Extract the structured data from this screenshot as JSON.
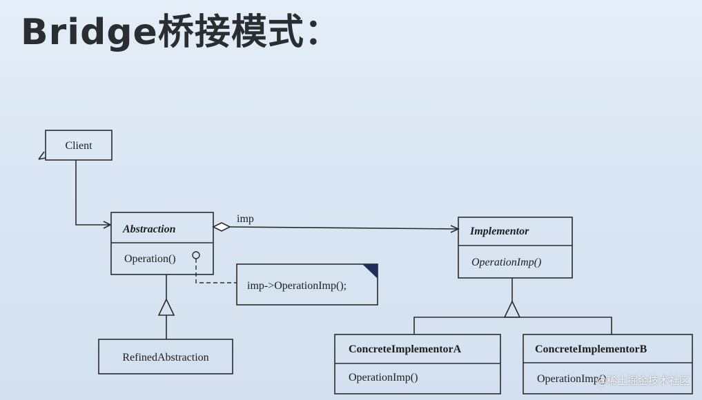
{
  "slide": {
    "title": "Bridge桥接模式："
  },
  "diagram": {
    "client": {
      "name": "Client"
    },
    "abstraction": {
      "name": "Abstraction",
      "operation": "Operation()"
    },
    "association_label": "imp",
    "note": "imp->OperationImp();",
    "implementor": {
      "name": "Implementor",
      "operation": "OperationImp()"
    },
    "refined_abstraction": {
      "name": "RefinedAbstraction"
    },
    "concrete_a": {
      "name": "ConcreteImplementorA",
      "operation": "OperationImp()"
    },
    "concrete_b": {
      "name": "ConcreteImplementorB",
      "operation": "OperationImp()"
    }
  },
  "watermark": "@稀土掘金技术社区"
}
